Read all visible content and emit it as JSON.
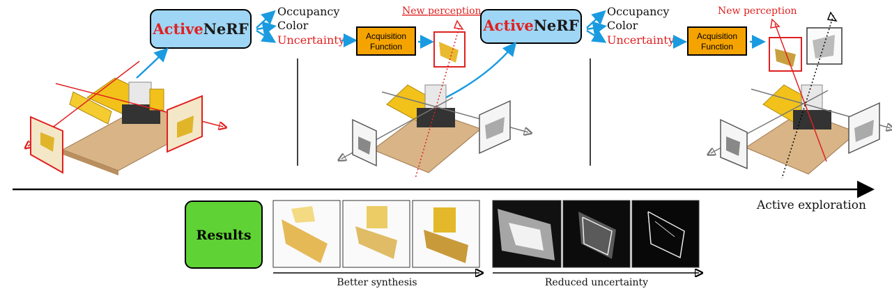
{
  "model": {
    "active": "Active",
    "nerf": "NeRF"
  },
  "outputs": {
    "occupancy": "Occupancy",
    "color": "Color",
    "uncertainty": "Uncertainty"
  },
  "acquisition": {
    "line1": "Acquisition",
    "line2": "Function"
  },
  "new_perception": "New perception",
  "active_exploration": "Active exploration",
  "results": "Results",
  "better_synthesis": "Better synthesis",
  "reduced_uncertainty": "Reduced uncertainty",
  "colors": {
    "active_red": "#e02020",
    "nerf_box": "#9fd6f5",
    "acq_box": "#f5a300",
    "results_box": "#5fd335",
    "blue_arrow": "#1a9be0",
    "lego_yellow": "#f2c21a",
    "lego_base": "#d8b486"
  },
  "icons": [
    "camera-frustum-icon",
    "lego-bulldozer-icon",
    "arrow-icon"
  ]
}
